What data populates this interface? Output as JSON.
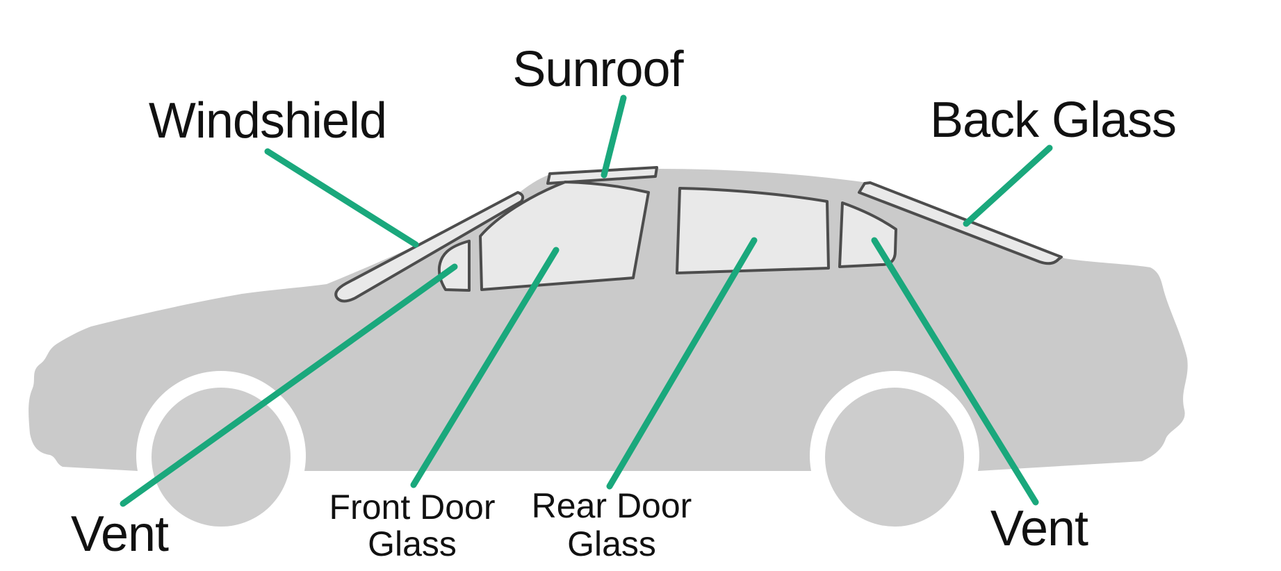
{
  "diagram": {
    "labels": {
      "windshield": "Windshield",
      "sunroof": "Sunroof",
      "back_glass": "Back Glass",
      "vent_front": "Vent",
      "front_door_line1": "Front Door",
      "front_door_line2": "Glass",
      "rear_door_line1": "Rear Door",
      "rear_door_line2": "Glass",
      "vent_rear": "Vent"
    },
    "colors": {
      "bg": "#ffffff",
      "body": "#cacaca",
      "wheel": "#cdcdcd",
      "glass": "#e9e9e9",
      "outline": "#4d4d4d",
      "leader": "#1aa87c",
      "label": "#111111"
    }
  }
}
